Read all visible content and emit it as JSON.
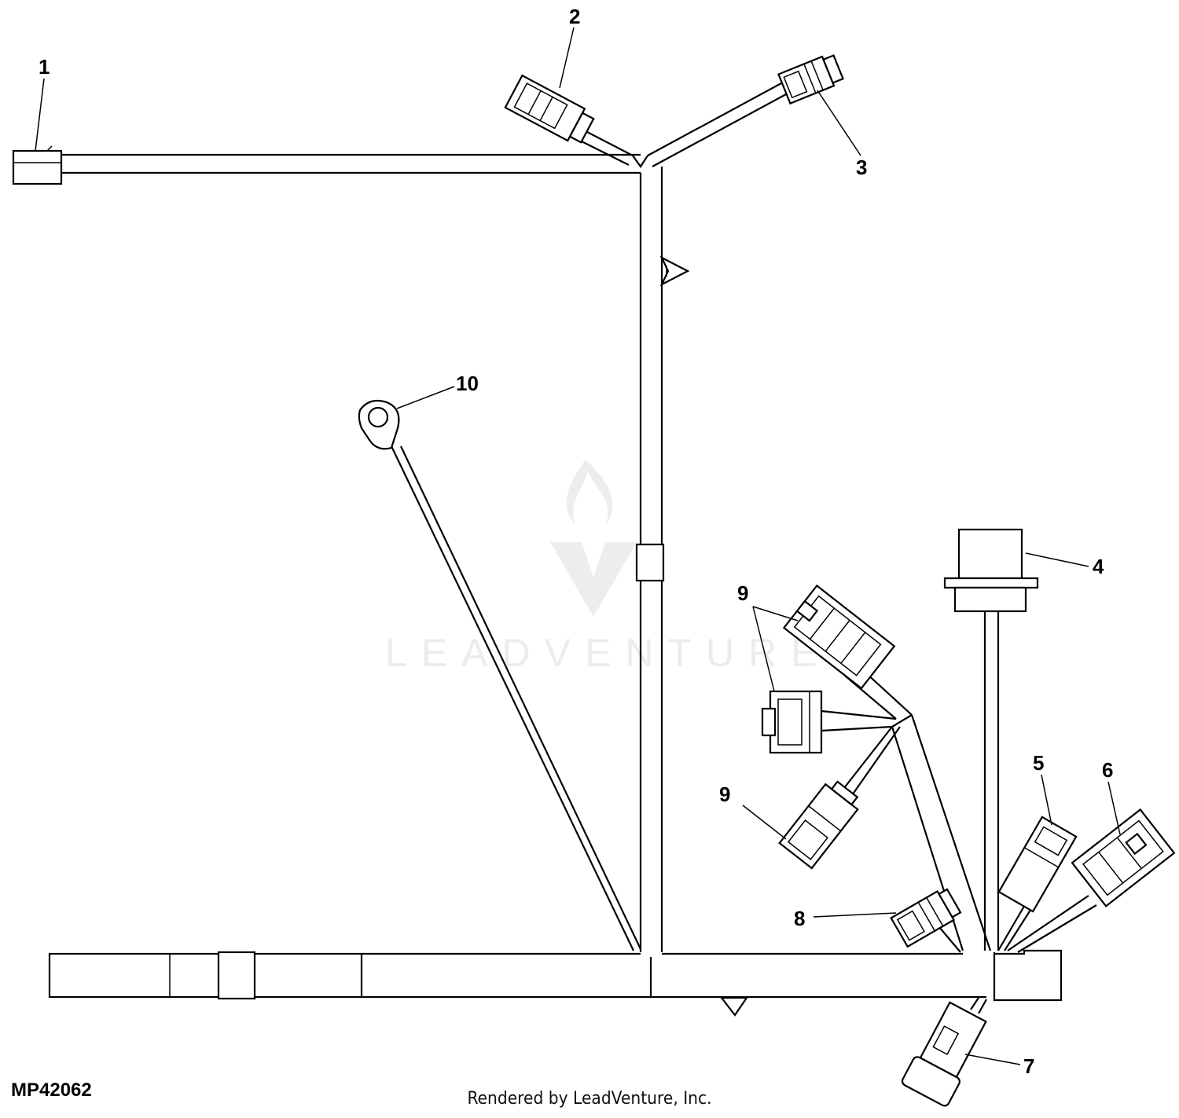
{
  "diagram": {
    "drawing_code": "MP42062",
    "footer": "Rendered by LeadVenture, Inc.",
    "watermark": "LEADVENTURE",
    "callouts": [
      {
        "id": "c1",
        "label": "1"
      },
      {
        "id": "c2",
        "label": "2"
      },
      {
        "id": "c3",
        "label": "3"
      },
      {
        "id": "c4",
        "label": "4"
      },
      {
        "id": "c5",
        "label": "5"
      },
      {
        "id": "c6",
        "label": "6"
      },
      {
        "id": "c7",
        "label": "7"
      },
      {
        "id": "c8",
        "label": "8"
      },
      {
        "id": "c9a",
        "label": "9"
      },
      {
        "id": "c9b",
        "label": "9"
      },
      {
        "id": "c10",
        "label": "10"
      }
    ]
  }
}
